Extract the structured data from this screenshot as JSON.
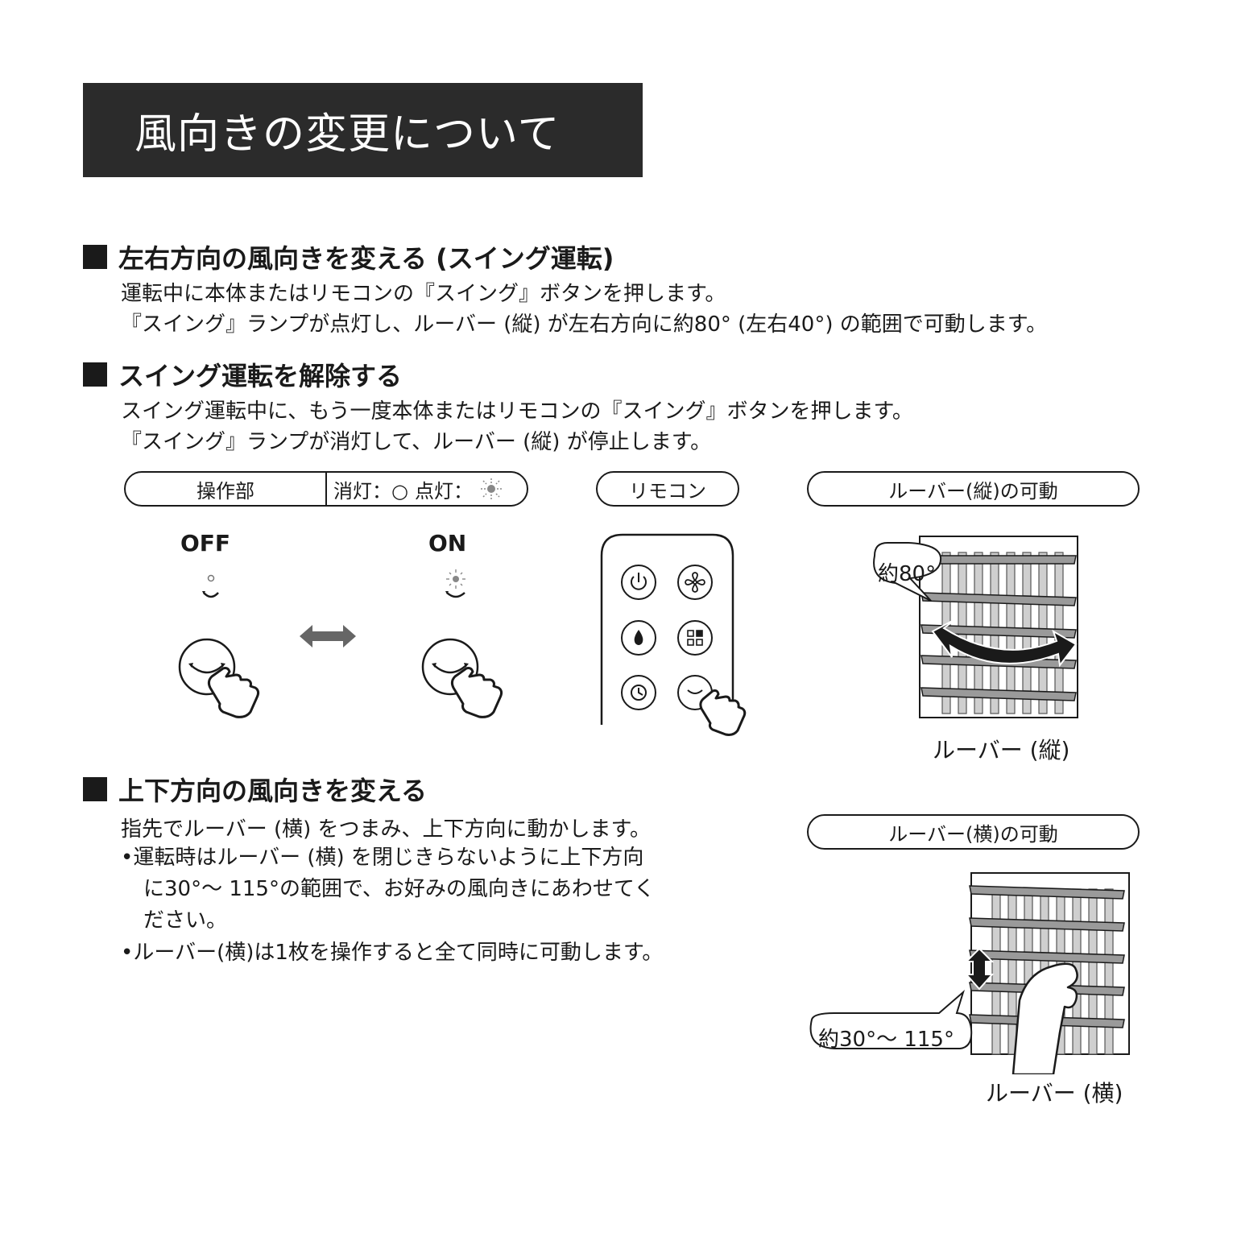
{
  "title": "風向きの変更について",
  "section1": {
    "heading": "左右方向の風向きを変える (スイング運転)",
    "lines": [
      "運転中に本体またはリモコンの『スイング』ボタンを押します。",
      "『スイング』ランプが点灯し、ルーバー (縦) が左右方向に約80° (左右40°) の範囲で可動します。"
    ]
  },
  "section2": {
    "heading": "スイング運転を解除する",
    "lines": [
      "スイング運転中に、もう一度本体またはリモコンの『スイング』ボタンを押します。",
      "『スイング』ランプが消灯して、ルーバー (縦) が停止します。"
    ]
  },
  "panel": {
    "label": "操作部",
    "legend_off": "消灯：○",
    "legend_on": "点灯：",
    "off_label": "OFF",
    "on_label": "ON"
  },
  "remote": {
    "label": "リモコン",
    "buttons": [
      "power-icon",
      "fan-icon",
      "drop-icon",
      "mode-icon",
      "timer-icon",
      "swing-icon"
    ]
  },
  "vertical_louver": {
    "label": "ルーバー(縦)の可動",
    "angle": "約80°",
    "caption": "ルーバー (縦)"
  },
  "section3": {
    "heading": "上下方向の風向きを変える",
    "line": "指先でルーバー (横) をつまみ、上下方向に動かします。",
    "bullets": [
      [
        "•運転時はルーバー (横) を閉じきらないように上下方向",
        "に30°～ 115°の範囲で、お好みの風向きにあわせてく",
        "ださい。"
      ],
      [
        "•ルーバー(横)は1枚を操作すると全て同時に可動します。"
      ]
    ]
  },
  "horizontal_louver": {
    "label": "ルーバー(横)の可動",
    "angle": "約30°～ 115°",
    "caption": "ルーバー (横)"
  },
  "colors": {
    "title_bg": "#2b2b2b",
    "ink": "#1a1a1a",
    "louver": "#9a9a9a",
    "panel_bg": "#e8e8e8"
  }
}
